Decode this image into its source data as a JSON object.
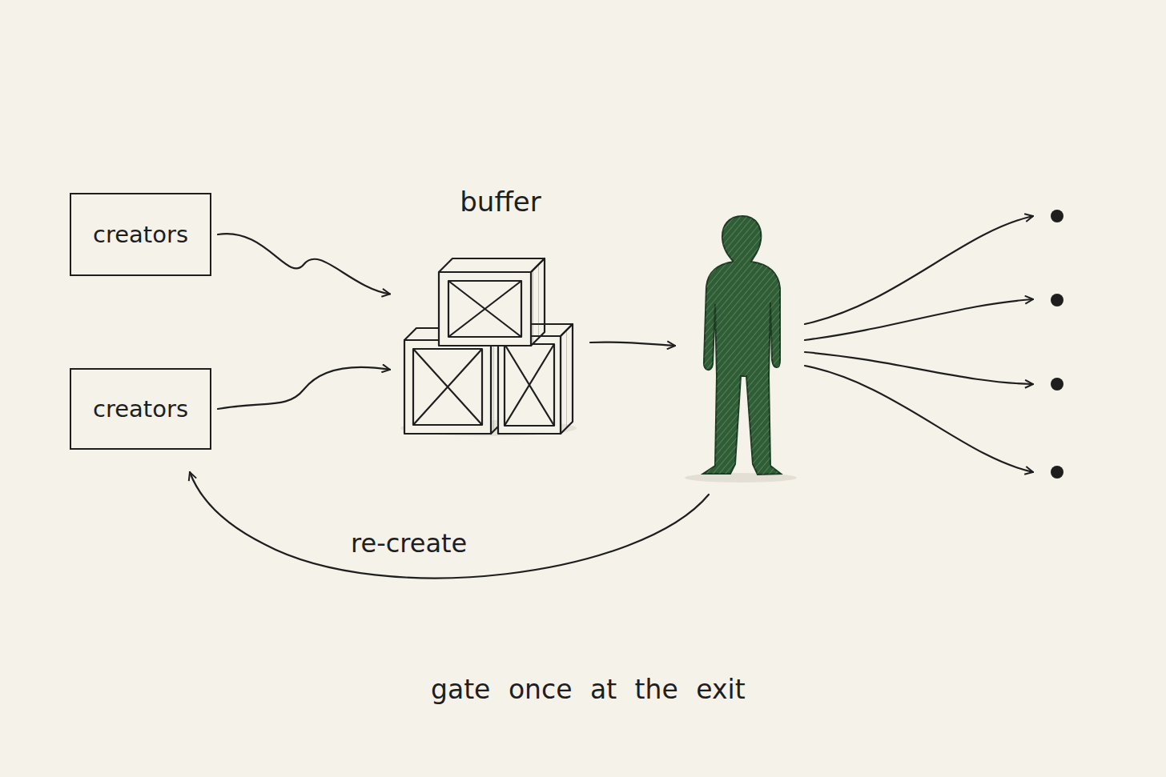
{
  "diagram": {
    "caption": "gate once at the exit",
    "nodes": [
      {
        "text": [
          "creators"
        ]
      },
      {
        "text": [
          "creators"
        ]
      },
      {
        "text": [
          "buffer"
        ]
      }
    ],
    "edges": [
      {
        "from": 0,
        "to": 2,
        "arrow": "to"
      },
      {
        "from": 1,
        "to": 2,
        "arrow": "to"
      }
    ],
    "labels": [
      "re-create"
    ]
  }
}
